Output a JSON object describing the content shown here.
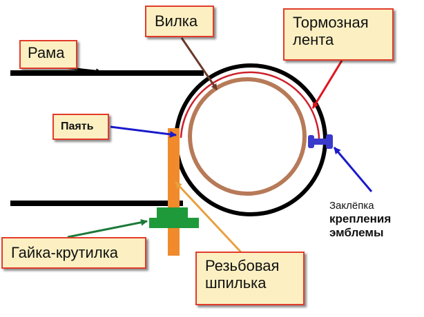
{
  "labels": {
    "frame": "Рама",
    "fork": "Вилка",
    "brake_band_line1": "Тормозная",
    "brake_band_line2": "лента",
    "solder": "Паять",
    "knob_nut": "Гайка-крутилка",
    "threaded_rod_line1": "Резьбовая",
    "threaded_rod_line2": "шпилька",
    "rivet_line1": "Заклёпка",
    "rivet_line2": "крепления",
    "rivet_line3": "эмблемы"
  },
  "colors": {
    "label_fill": "#fcf0c2",
    "label_border": "#e23b2a",
    "frame": "#000000",
    "fork": "#b77a58",
    "brake_band": "#cc1f2a",
    "threaded_rod": "#f08a2b",
    "knob_nut": "#1f9a3a",
    "rivet": "#3a3acb",
    "arrow_fork": "#6b3a2a",
    "arrow_brake": "#e0141c",
    "arrow_solder": "#1a1acb",
    "arrow_nut": "#1d7a3a",
    "arrow_rod": "#e8a040",
    "arrow_rivet": "#1a1acb"
  }
}
